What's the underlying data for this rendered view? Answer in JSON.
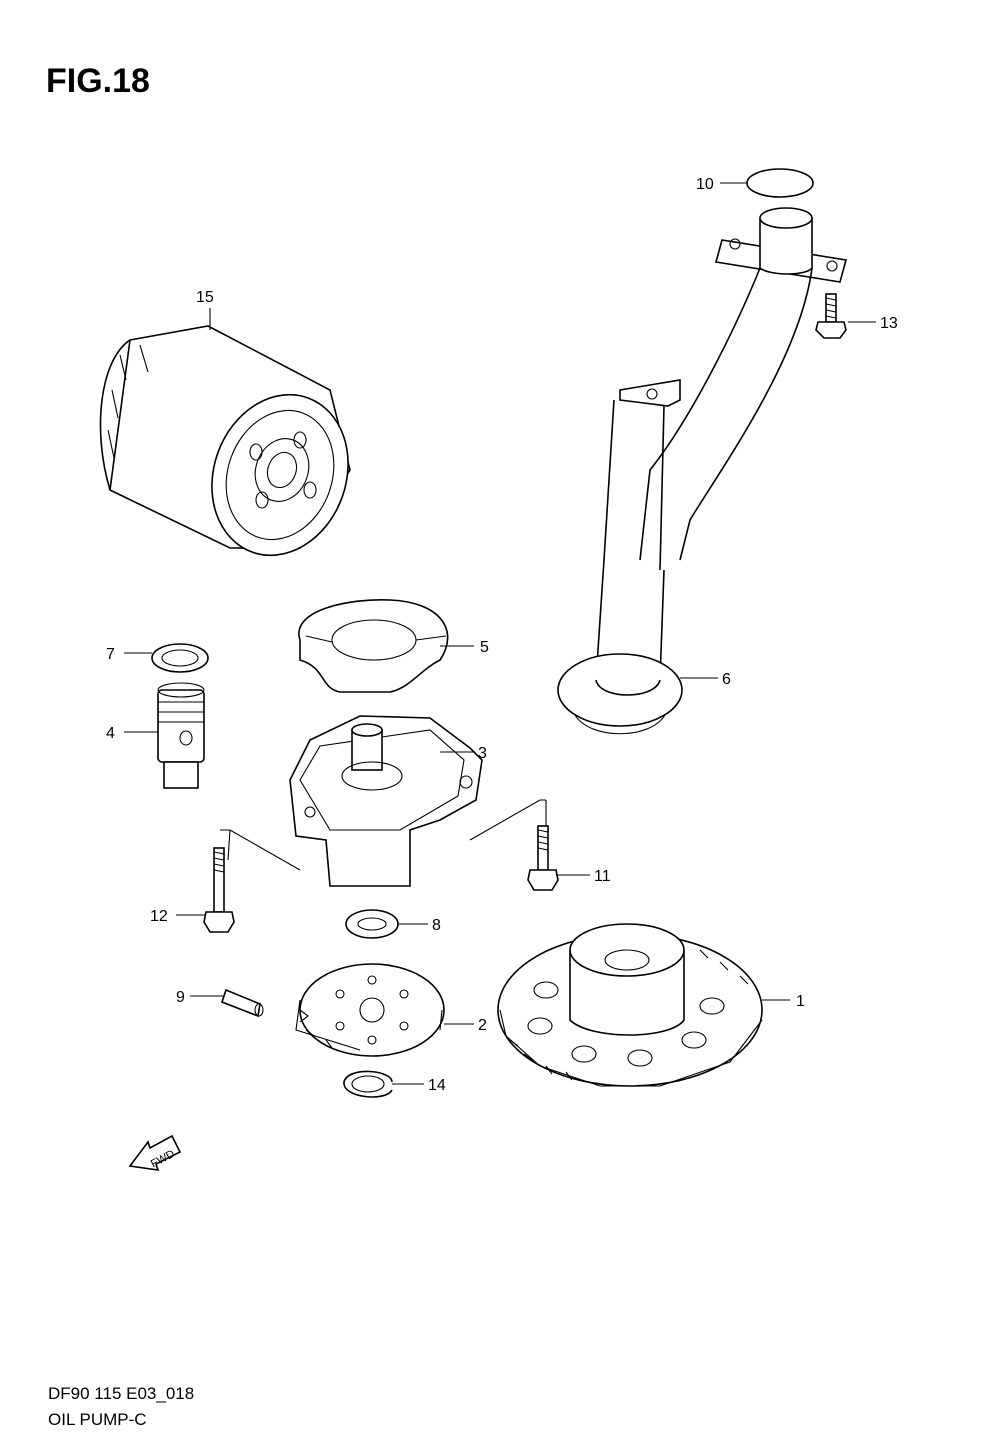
{
  "figure": {
    "title": "FIG.18",
    "code": "DF90 115 E03_018",
    "name": "OIL PUMP-C"
  },
  "fwd_label": "FWD",
  "callouts": [
    {
      "id": "p1",
      "label": "1"
    },
    {
      "id": "p2",
      "label": "2"
    },
    {
      "id": "p3",
      "label": "3"
    },
    {
      "id": "p4",
      "label": "4"
    },
    {
      "id": "p5",
      "label": "5"
    },
    {
      "id": "p6",
      "label": "6"
    },
    {
      "id": "p7",
      "label": "7"
    },
    {
      "id": "p8",
      "label": "8"
    },
    {
      "id": "p9",
      "label": "9"
    },
    {
      "id": "p10",
      "label": "10"
    },
    {
      "id": "p11",
      "label": "11"
    },
    {
      "id": "p12",
      "label": "12"
    },
    {
      "id": "p13",
      "label": "13"
    },
    {
      "id": "p14",
      "label": "14"
    },
    {
      "id": "p15",
      "label": "15"
    }
  ]
}
